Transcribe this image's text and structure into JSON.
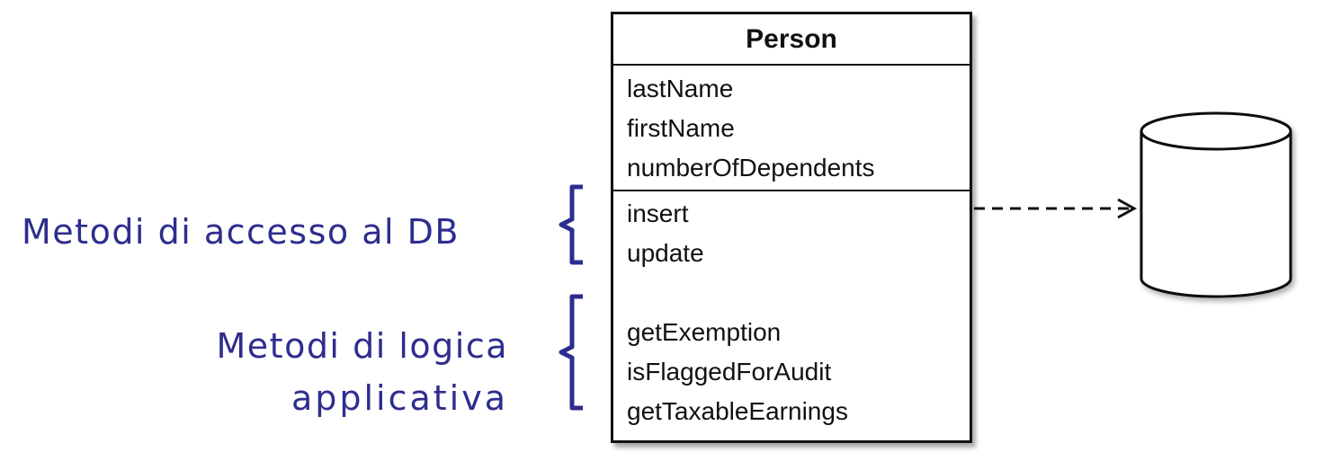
{
  "annotations": {
    "db_access": "Metodi di accesso al DB",
    "app_logic_line1": "Metodi di logica",
    "app_logic_line2": "applicativa"
  },
  "uml_class": {
    "name": "Person",
    "attributes": [
      "lastName",
      "firstName",
      "numberOfDependents"
    ],
    "db_methods": [
      "insert",
      "update"
    ],
    "logic_methods": [
      "getExemption",
      "isFlaggedForAudit",
      "getTaxableEarnings"
    ]
  },
  "colors": {
    "annotation": "#2d2d8f",
    "line": "#111111"
  },
  "icons": {
    "database": "database-cylinder-icon",
    "arrow": "dashed-dependency-arrow"
  }
}
